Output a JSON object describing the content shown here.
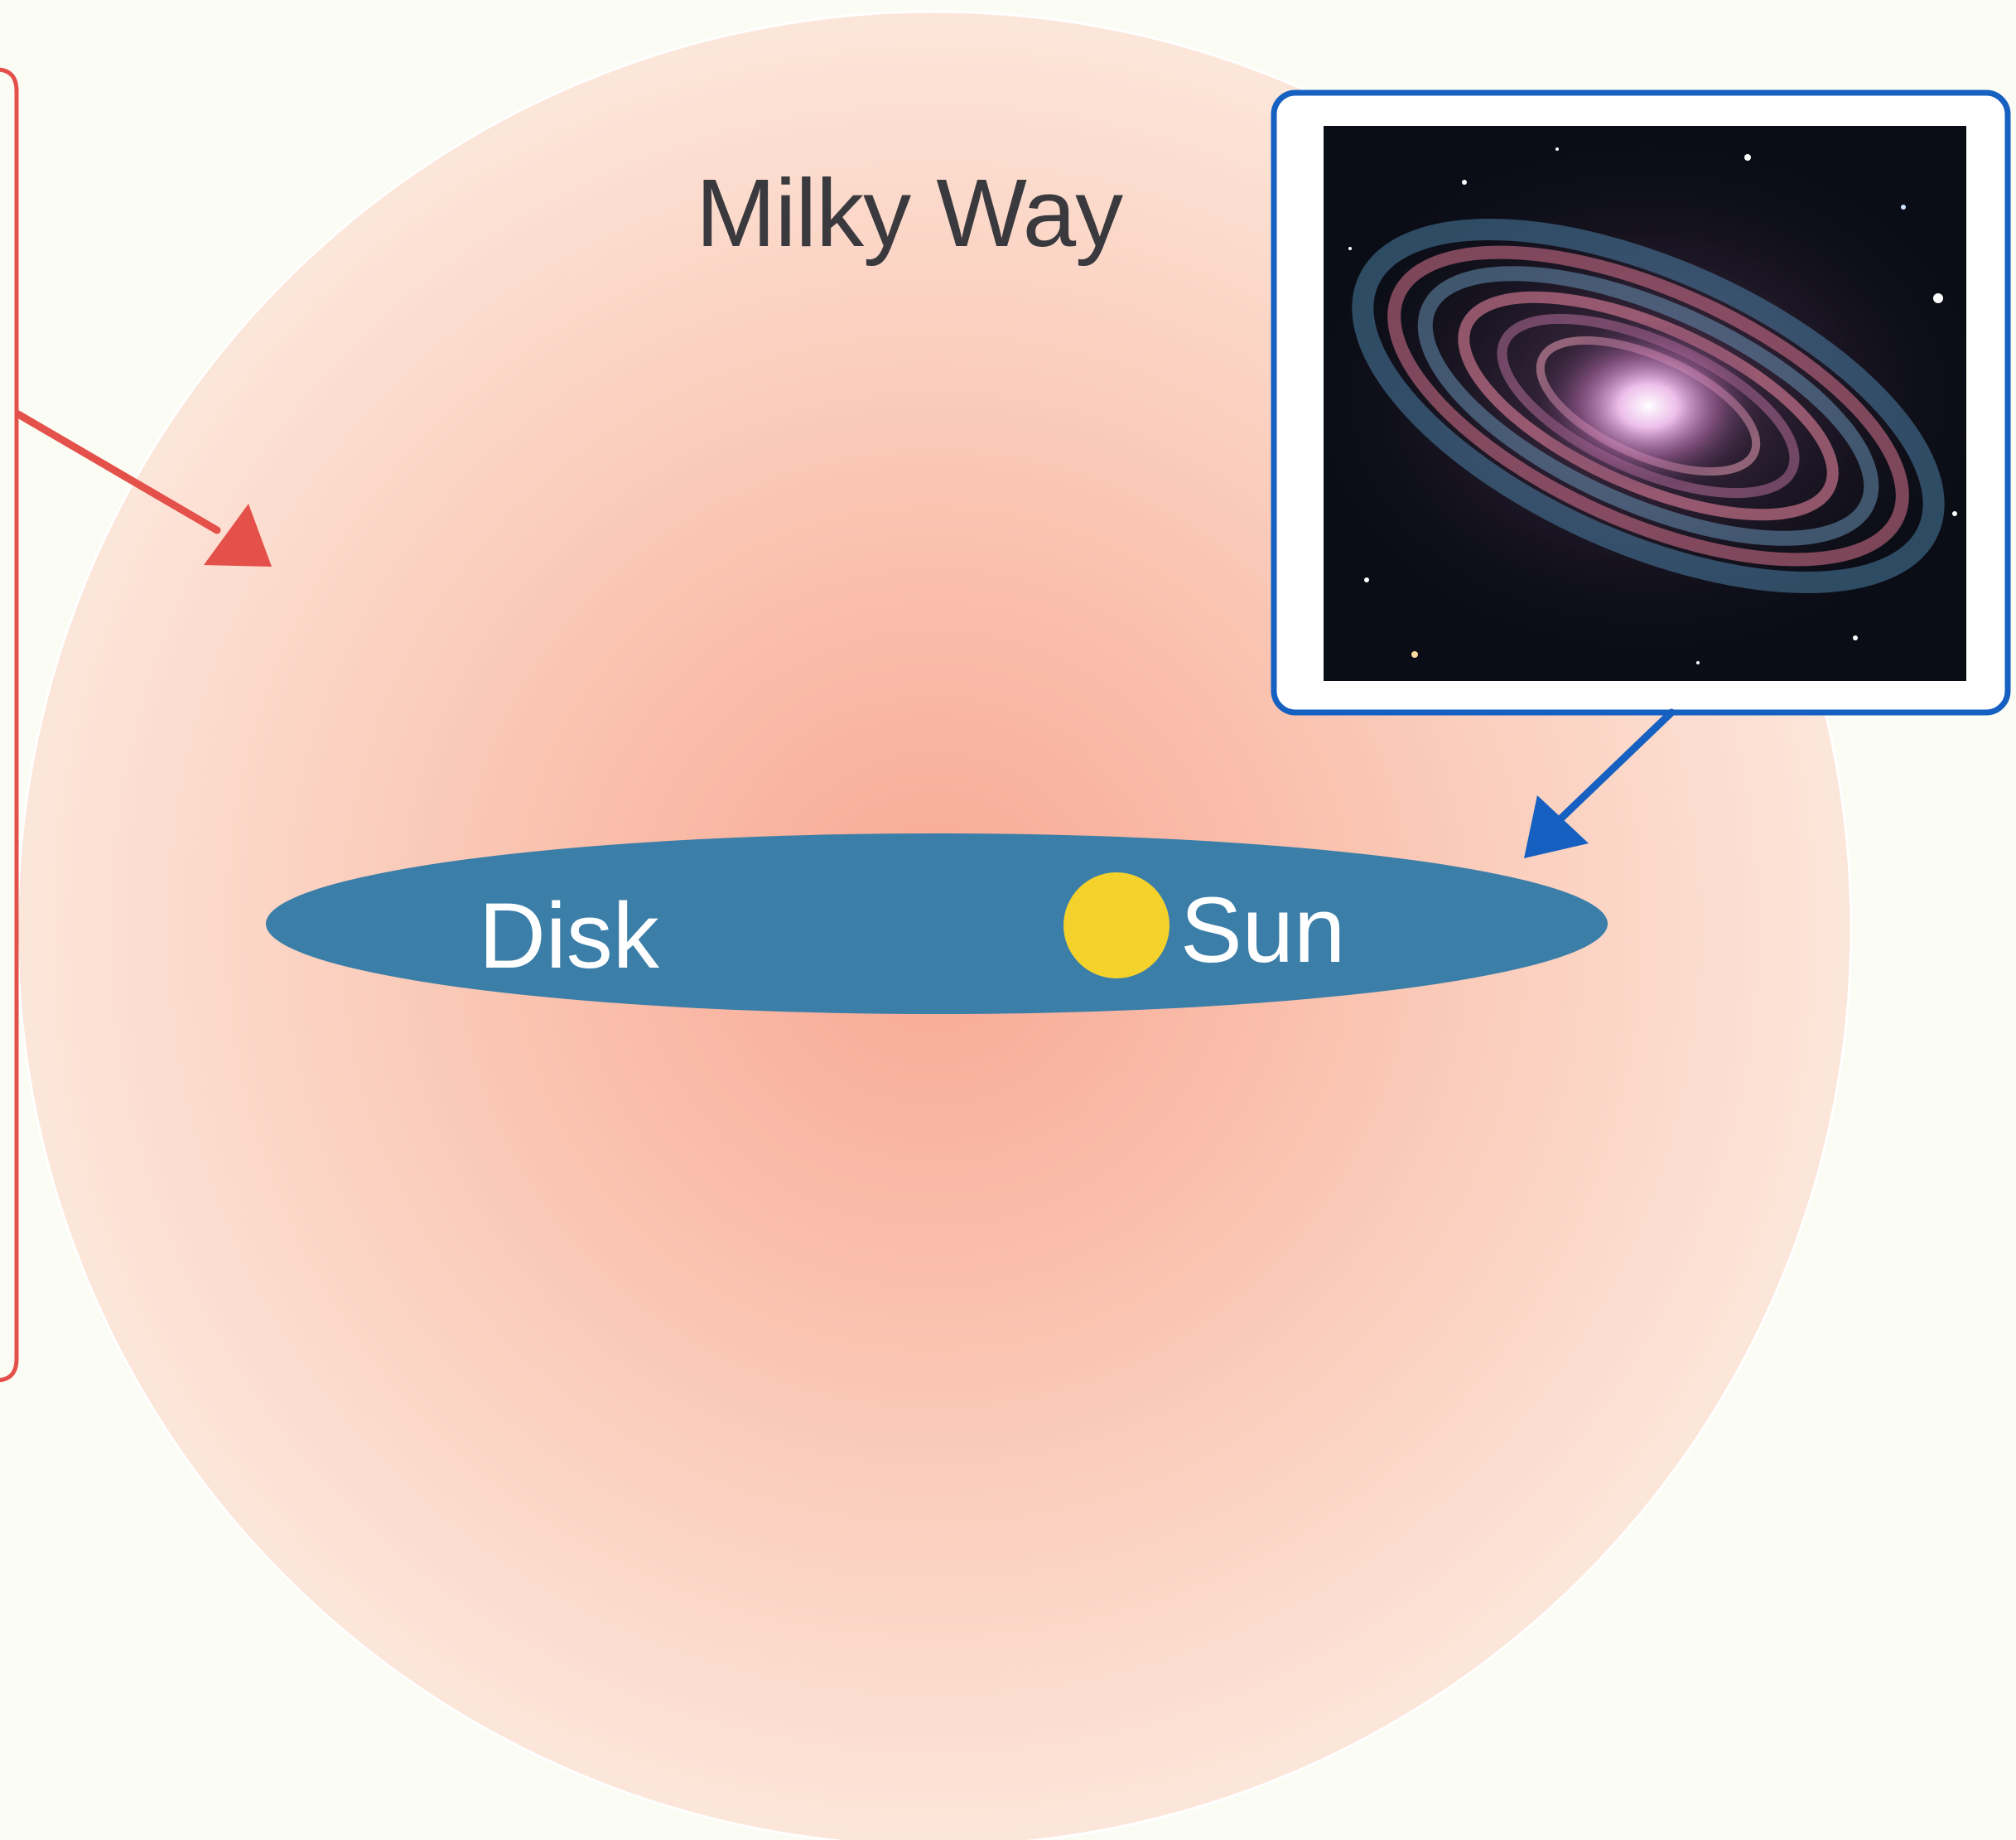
{
  "title": "Milky Way",
  "labels": {
    "disk": "Disk",
    "sun": "Sun"
  },
  "colors": {
    "background": "#fbfcf4",
    "halo_center": "#f8b29c",
    "halo_edge": "#fbe3d6",
    "disk": "#3b7ea8",
    "sun": "#f5d22b",
    "left_callout": "#e4504a",
    "right_callout": "#1560c0"
  },
  "icons": {
    "left_arrow": "arrow-down-right-icon",
    "right_arrow": "arrow-down-left-icon"
  }
}
